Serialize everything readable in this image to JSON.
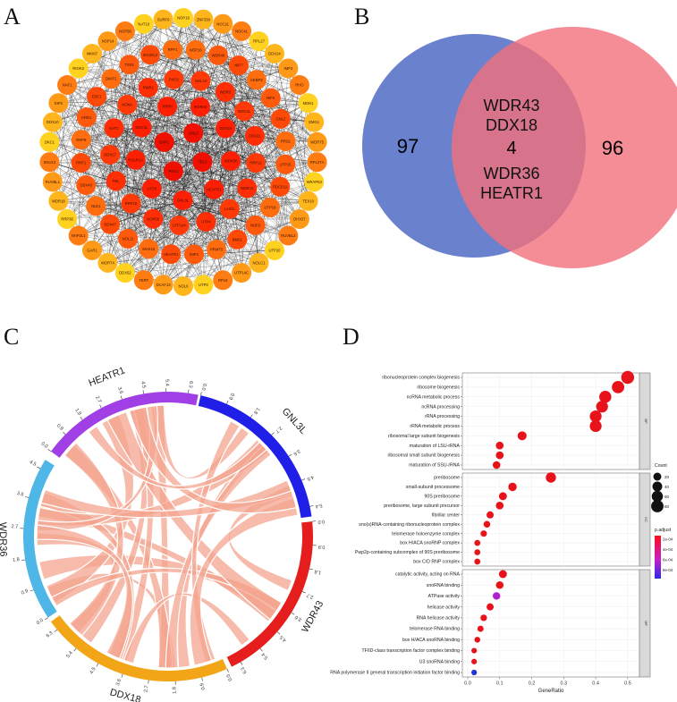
{
  "panels": {
    "a": {
      "letter": "A",
      "rings": [
        [
          "NOP16",
          "ZNF330",
          "NOC2L",
          "NOC4L",
          "RPL27",
          "DDX24",
          "IMP3",
          "RHO",
          "MDN1",
          "EMG1",
          "WDR75",
          "RPL37A",
          "WRAP53",
          "TEX10",
          "DHX37",
          "RUVBL2",
          "UTP20",
          "NOLC1",
          "UTP14C",
          "RPL8",
          "UTP3",
          "NOL6",
          "DCAF13",
          "TERT",
          "DDX52",
          "WDR74",
          "GAR1",
          "NHP2L1",
          "RRP36",
          "WDR18",
          "RUVBL1",
          "SNU13",
          "DKC1",
          "DDX10",
          "EIF6",
          "NAF1",
          "RIOK2",
          "MKI67",
          "NOP14",
          "NOP58",
          "NAT10",
          "SURF6"
        ],
        [
          "NOP16",
          "WDR46",
          "NIP7",
          "CEBPZ",
          "NIFK",
          "GNL2",
          "RRS1",
          "UTP15",
          "PDCD11",
          "UTP18",
          "NOP2",
          "BMS1",
          "PRMT5",
          "IMP4",
          "HEATR1",
          "MAK16",
          "NOL11",
          "DDX47",
          "NLE1",
          "DDX49",
          "RRP1",
          "RRP9",
          "KRR1",
          "ESF1",
          "DIMT1",
          "TSR1",
          "ISG20L2",
          "RPF1"
        ],
        [
          "NOL10",
          "WDR3",
          "NOC3L",
          "DDX21",
          "RRP12",
          "WDR12",
          "LAS1L",
          "UTP4",
          "UTP14A",
          "NOP56",
          "RRP15",
          "FBL",
          "DDX27",
          "NAT1",
          "NOM1",
          "PWP2",
          "PNO1"
        ],
        [
          "WDR43",
          "DDX18",
          "WDR36",
          "HEATR1",
          "GNL3L",
          "UTP6",
          "POLR1A",
          "NOC2L",
          "RRP8"
        ],
        [
          "GNL3",
          "TBL3",
          "PES1",
          "BOP1"
        ]
      ]
    },
    "b": {
      "letter": "B",
      "left_only": "97",
      "overlap_count": "4",
      "overlap_genes_top": [
        "WDR43",
        "DDX18"
      ],
      "overlap_genes_bottom": [
        "WDR36",
        "HEATR1"
      ],
      "right_only": "96",
      "colors": {
        "left": "#5a73c9",
        "right": "#f2707c"
      }
    },
    "c": {
      "letter": "C",
      "segments": [
        {
          "name": "HEATR1",
          "color": "#a13fe6",
          "ticks": [
            "0.0",
            "0.9",
            "1.8",
            "2.7",
            "3.6",
            "4.5",
            "5.4",
            "6.3"
          ]
        },
        {
          "name": "GNL3L",
          "color": "#1f1fe8",
          "ticks": [
            "0.0",
            "0.9",
            "1.8",
            "2.7",
            "3.6",
            "4.5",
            "5.4"
          ]
        },
        {
          "name": "WDR43",
          "color": "#e51d1d",
          "ticks": [
            "0.0",
            "0.9",
            "1.8",
            "2.7",
            "3.6",
            "4.5",
            "5.4",
            "6.3"
          ]
        },
        {
          "name": "DDX18",
          "color": "#f2a516",
          "ticks": [
            "0.0",
            "0.9",
            "1.8",
            "2.7",
            "3.6",
            "4.5",
            "5.4",
            "6.3"
          ]
        },
        {
          "name": "WDR36",
          "color": "#4fb6e8",
          "ticks": [
            "0.0",
            "0.9",
            "1.8",
            "2.7",
            "3.6",
            "4.5"
          ]
        }
      ]
    },
    "d": {
      "letter": "D",
      "chart_data": {
        "type": "scatter",
        "xlabel": "GeneRatio",
        "xlim": [
          0,
          0.52
        ],
        "xticks": [
          "0.0",
          "0.1",
          "0.2",
          "0.3",
          "0.4",
          "0.5"
        ],
        "groups": [
          {
            "name": "BP",
            "terms": [
              {
                "label": "ribonucleoprotein complex biogenesis",
                "x": 0.5,
                "count": 90
              },
              {
                "label": "ribosome biogenesis",
                "x": 0.47,
                "count": 80
              },
              {
                "label": "ncRNA metabolic process",
                "x": 0.43,
                "count": 75
              },
              {
                "label": "ncRNA processing",
                "x": 0.42,
                "count": 70
              },
              {
                "label": "rRNA processing",
                "x": 0.4,
                "count": 70
              },
              {
                "label": "rRNA metabolic process",
                "x": 0.4,
                "count": 70
              },
              {
                "label": "ribosomal large subunit biogenesis",
                "x": 0.17,
                "count": 30
              },
              {
                "label": "maturation of LSU-rRNA",
                "x": 0.1,
                "count": 18
              },
              {
                "label": "ribosomal small subunit biogenesis",
                "x": 0.1,
                "count": 18
              },
              {
                "label": "maturation of SSU-rRNA",
                "x": 0.09,
                "count": 17
              }
            ]
          },
          {
            "name": "CC",
            "terms": [
              {
                "label": "preribosome",
                "x": 0.26,
                "count": 45
              },
              {
                "label": "small-subunit processome",
                "x": 0.14,
                "count": 25
              },
              {
                "label": "90S preribosome",
                "x": 0.11,
                "count": 20
              },
              {
                "label": "preribosome, large subunit precursor",
                "x": 0.1,
                "count": 18
              },
              {
                "label": "fibrillar center",
                "x": 0.07,
                "count": 13
              },
              {
                "label": "sno(s)RNA-containing ribonucleoprotein complex",
                "x": 0.06,
                "count": 10
              },
              {
                "label": "telomerase holoenzyme complex",
                "x": 0.05,
                "count": 8
              },
              {
                "label": "box H/ACA snoRNP complex",
                "x": 0.03,
                "count": 6
              },
              {
                "label": "Pwp2p-containing subcomplex of 90S preribosome",
                "x": 0.03,
                "count": 6
              },
              {
                "label": "box C/D RNP complex",
                "x": 0.03,
                "count": 6
              }
            ]
          },
          {
            "name": "MF",
            "terms": [
              {
                "label": "catalytic activity, acting on RNA",
                "x": 0.11,
                "count": 20
              },
              {
                "label": "snoRNA binding",
                "x": 0.1,
                "count": 17
              },
              {
                "label": "ATPase activity",
                "x": 0.09,
                "count": 16
              },
              {
                "label": "helicase activity",
                "x": 0.07,
                "count": 13
              },
              {
                "label": "RNA helicase activity",
                "x": 0.05,
                "count": 9
              },
              {
                "label": "telomerase RNA binding",
                "x": 0.04,
                "count": 7
              },
              {
                "label": "box H/ACA snoRNA binding",
                "x": 0.03,
                "count": 5
              },
              {
                "label": "TFIID-class transcription factor complex binding",
                "x": 0.02,
                "count": 4
              },
              {
                "label": "U3 snoRNA binding",
                "x": 0.02,
                "count": 4
              },
              {
                "label": "RNA polymerase II general transcription initiation factor binding",
                "x": 0.02,
                "count": 4
              }
            ]
          }
        ],
        "legend_count": {
          "title": "Count",
          "values": [
            "20",
            "40",
            "60",
            "80"
          ]
        },
        "legend_padj": {
          "title": "p.adjust",
          "labels": [
            "2e-04",
            "4e-04",
            "6e-04",
            "8e-04"
          ]
        }
      }
    }
  }
}
